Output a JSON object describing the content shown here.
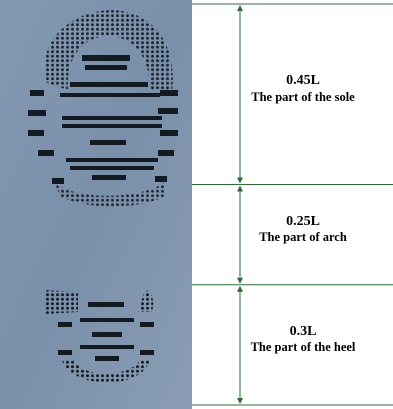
{
  "diagram": {
    "sections": [
      {
        "fraction": 0.45,
        "value": "0.45L",
        "description": "The part of the sole"
      },
      {
        "fraction": 0.25,
        "value": "0.25L",
        "description": "The part of arch"
      },
      {
        "fraction": 0.3,
        "value": "0.3L",
        "description": "The part of the heel"
      }
    ]
  },
  "colors": {
    "background": "#7e93ad",
    "print": "#141a22",
    "guide_line": "#2f6b3a"
  },
  "icons": {
    "print_image": "footprint-icon"
  }
}
